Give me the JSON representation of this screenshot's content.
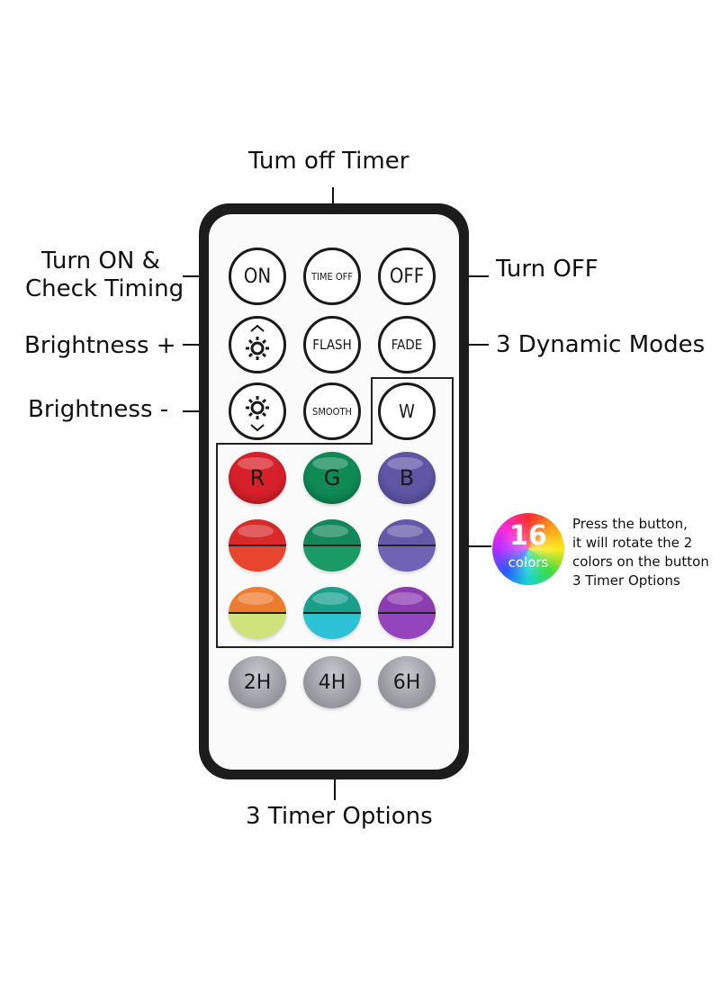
{
  "callouts": {
    "timer_off": "Tum off Timer",
    "on_line1": "Turn ON &",
    "on_line2": "Check Timing",
    "off": "Turn OFF",
    "brightness_up": "Brightness +",
    "dynamic_modes": "3 Dynamic Modes",
    "brightness_down": "Brightness -",
    "timer_options": "3 Timer Options"
  },
  "buttons": {
    "on": "ON",
    "time_off": "TIME OFF",
    "off": "OFF",
    "flash": "FLASH",
    "fade": "FADE",
    "smooth": "SMOOTH",
    "white": "W",
    "red": "R",
    "green": "G",
    "blue": "B",
    "timer_2h": "2H",
    "timer_4h": "4H",
    "timer_6h": "6H"
  },
  "colors_badge": {
    "number": "16",
    "word": "colors"
  },
  "note": {
    "line1": "Press the button,",
    "line2": "it will rotate the 2",
    "line3": "colors on the button",
    "line4": "3 Timer Options"
  },
  "palette": {
    "red": "#d8202a",
    "green": "#0f8a55",
    "blue": "#5f56a6",
    "row2": [
      "#e0332f",
      "#17915e",
      "#6a5fb0"
    ],
    "row3_top": [
      "#f07b2a",
      "#1ca58f",
      "#8a3fb2"
    ],
    "row3_bottom": [
      "#c9e07a",
      "#2cbfd4",
      "#8a3fb2"
    ],
    "timer": "#9a9ba3"
  }
}
